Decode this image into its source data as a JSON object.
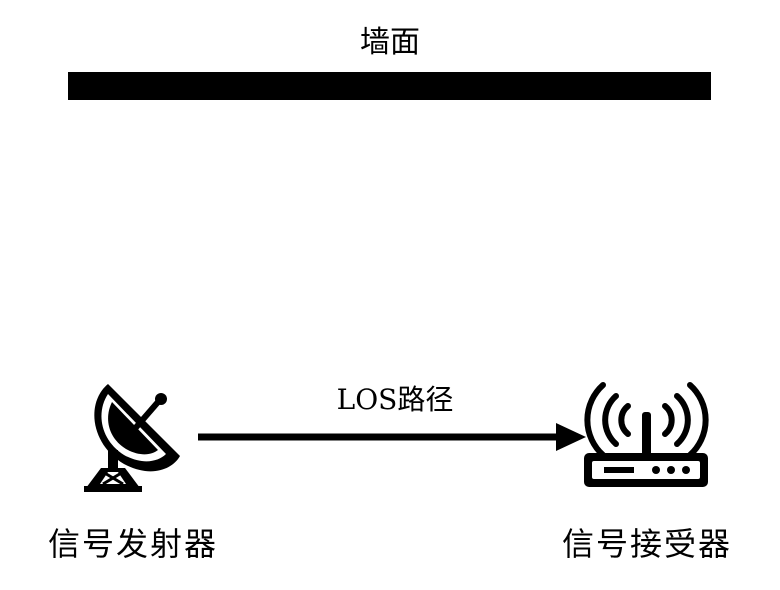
{
  "diagram": {
    "wall_label": "墙面",
    "path_label": "LOS路径",
    "transmitter_label": "信号发射器",
    "receiver_label": "信号接受器"
  },
  "icons": {
    "transmitter": "satellite-dish-icon",
    "receiver": "wifi-router-icon"
  },
  "colors": {
    "ink": "#000000",
    "background": "#ffffff"
  }
}
